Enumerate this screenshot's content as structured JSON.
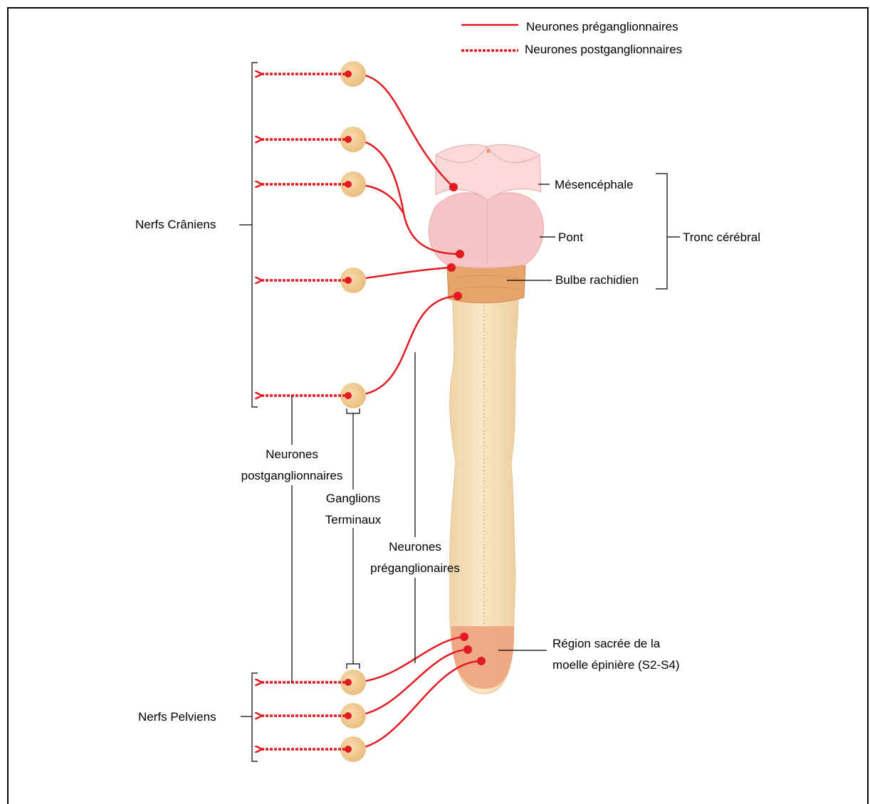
{
  "legend": {
    "pre": "Neurones préganglionnaires",
    "post": "Neurones postganglionnaires"
  },
  "labels": {
    "mesencephale": "Mésencéphale",
    "pont": "Pont",
    "bulbe": "Bulbe rachidien",
    "tronc": "Tronc cérébral",
    "nerfs_craniens": "Nerfs Crâniens",
    "nerfs_pelviens": "Nerfs Pelviens",
    "post_line1": "Neurones",
    "post_line2": "postganglionnaires",
    "ganglions_line1": "Ganglions",
    "ganglions_line2": "Terminaux",
    "pre_line1": "Neurones",
    "pre_line2": "préganglionaires",
    "sacree_line1": "Région sacrée de la",
    "sacree_line2": "moelle épinière (S2-S4)"
  },
  "colors": {
    "nerve": "#e21b23",
    "ganglion": "#f2cd97",
    "spinal_cord": "#f5ddb4",
    "brainstem": "#f6c5c5",
    "medulla": "#e6a46a",
    "sacral": "#eda07d"
  }
}
